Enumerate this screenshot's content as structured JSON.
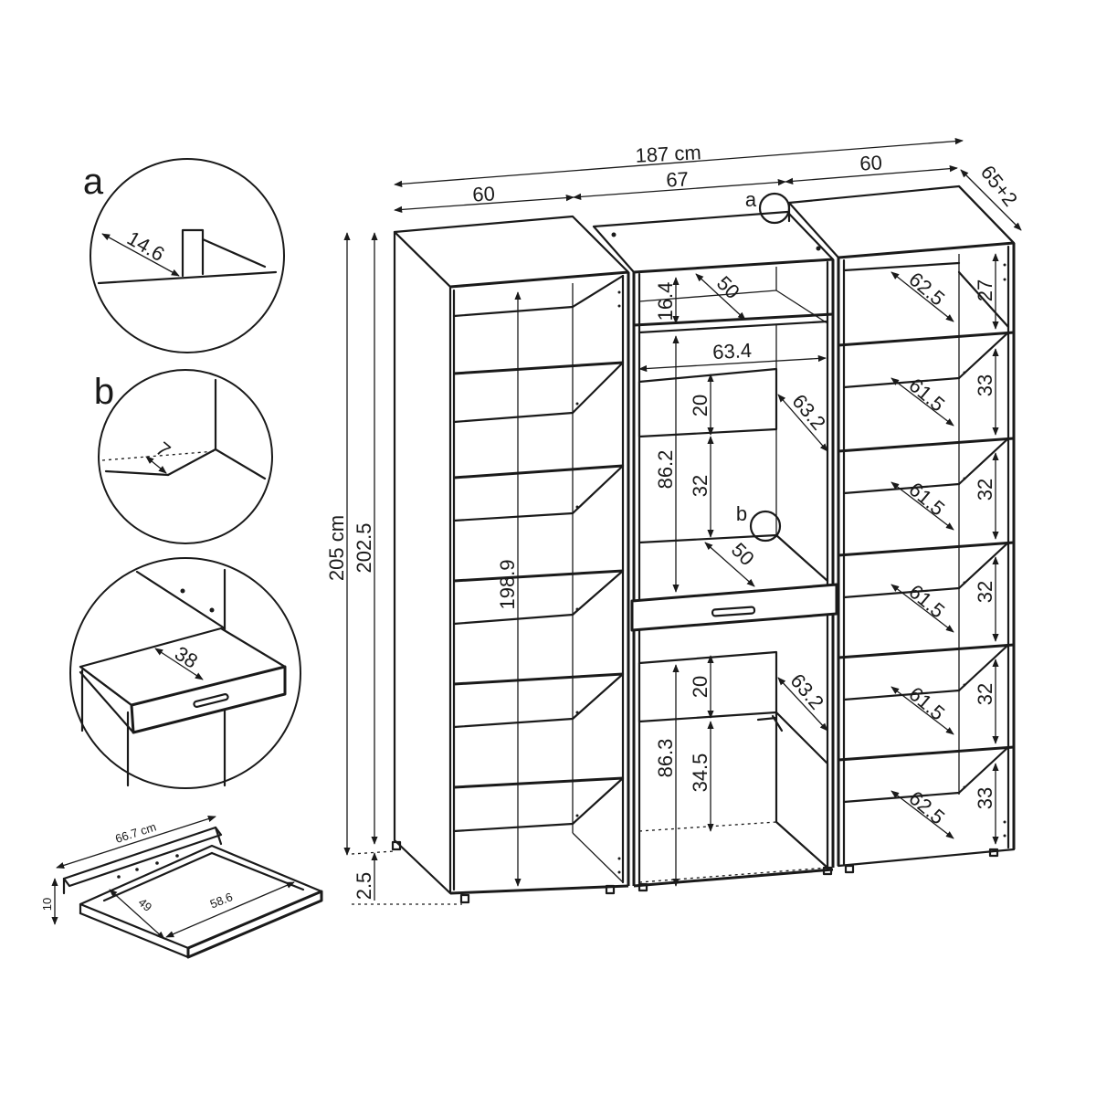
{
  "dimensions": {
    "total_width": "187 cm",
    "left_width": "60",
    "middle_width": "67",
    "right_width": "60",
    "depth": "65+2",
    "total_height": "205 cm",
    "body_height": "202.5",
    "plinth": "2.5",
    "left_inner_height": "198.9",
    "top_niche_height": "16.4",
    "top_niche_depth": "50",
    "middle_inner_width": "63.4",
    "upper_door_height": "20",
    "upper_depth": "63.2",
    "upper_block_height": "86.2",
    "upper_inner_height": "32",
    "desk_depth": "50",
    "lower_door_height": "20",
    "lower_depth": "63.2",
    "lower_block_height": "86.3",
    "lower_inner_height": "34.5",
    "right_shelves": [
      {
        "depth": "62.5",
        "height": "27"
      },
      {
        "depth": "61.5",
        "height": "33"
      },
      {
        "depth": "61.5",
        "height": "32"
      },
      {
        "depth": "61.5",
        "height": "32"
      },
      {
        "depth": "61.5",
        "height": "32"
      },
      {
        "depth": "62.5",
        "height": "33"
      }
    ]
  },
  "details": {
    "a_label": "a",
    "a_value": "14.6",
    "b_label": "b",
    "b_value": "7",
    "drawer_value": "38"
  },
  "tray": {
    "width": "66.7 cm",
    "height": "10",
    "depth_inner": "49",
    "width_inner": "58.6"
  },
  "markers": {
    "a": "a",
    "b": "b"
  }
}
